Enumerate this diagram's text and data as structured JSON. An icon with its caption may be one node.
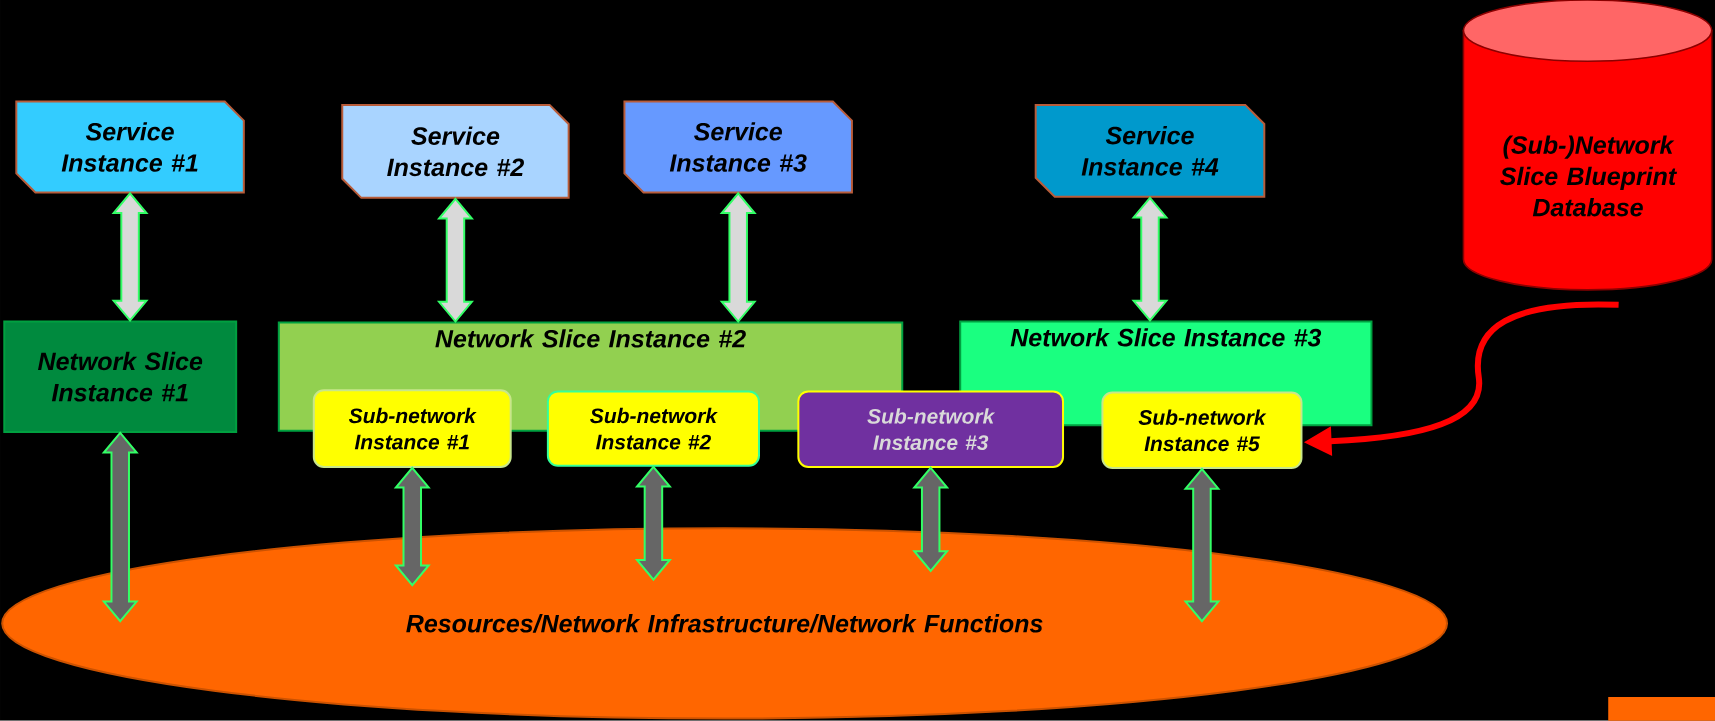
{
  "diagram": {
    "nodes": [
      {
        "text": [
          "Service Instance #1"
        ]
      },
      {
        "text": [
          "Service Instance #2"
        ]
      },
      {
        "text": [
          "Service Instance #3"
        ]
      },
      {
        "text": [
          "Service Instance #4"
        ]
      },
      {
        "text": [
          "(Sub-)Network Slice Blueprint Database"
        ]
      },
      {
        "text": [
          "Network Slice Instance #1"
        ]
      },
      {
        "text": [
          "Network Slice Instance #2"
        ]
      },
      {
        "text": [
          "Network Slice Instance #3"
        ]
      },
      {
        "text": [
          "Sub-network Instance #1"
        ]
      },
      {
        "text": [
          "Sub-network Instance #2"
        ]
      },
      {
        "text": [
          "Sub-network Instance #3"
        ]
      },
      {
        "text": [
          "Sub-network Instance #5"
        ]
      },
      {
        "text": [
          "Resources/Network Infrastructure/Network Functions"
        ]
      },
      {
        "text": [],
        "shape": "box"
      }
    ],
    "edges": [
      {
        "from": 0,
        "to": 5,
        "arrow": "both",
        "color": "#d9d9d9"
      },
      {
        "from": 1,
        "to": 6,
        "arrow": "both",
        "color": "#d9d9d9"
      },
      {
        "from": 2,
        "to": 6,
        "arrow": "both",
        "color": "#d9d9d9"
      },
      {
        "from": 3,
        "to": 7,
        "arrow": "both",
        "color": "#d9d9d9"
      },
      {
        "from": 5,
        "to": 12,
        "arrow": "both"
      },
      {
        "from": 8,
        "to": 12,
        "arrow": "both"
      },
      {
        "from": 9,
        "to": 12,
        "arrow": "both"
      },
      {
        "from": 10,
        "to": 12,
        "arrow": "both"
      },
      {
        "from": 11,
        "to": 12,
        "arrow": "both"
      },
      {
        "from": 4,
        "to": 11,
        "arrow": "to",
        "color": "#ff0000"
      }
    ]
  }
}
